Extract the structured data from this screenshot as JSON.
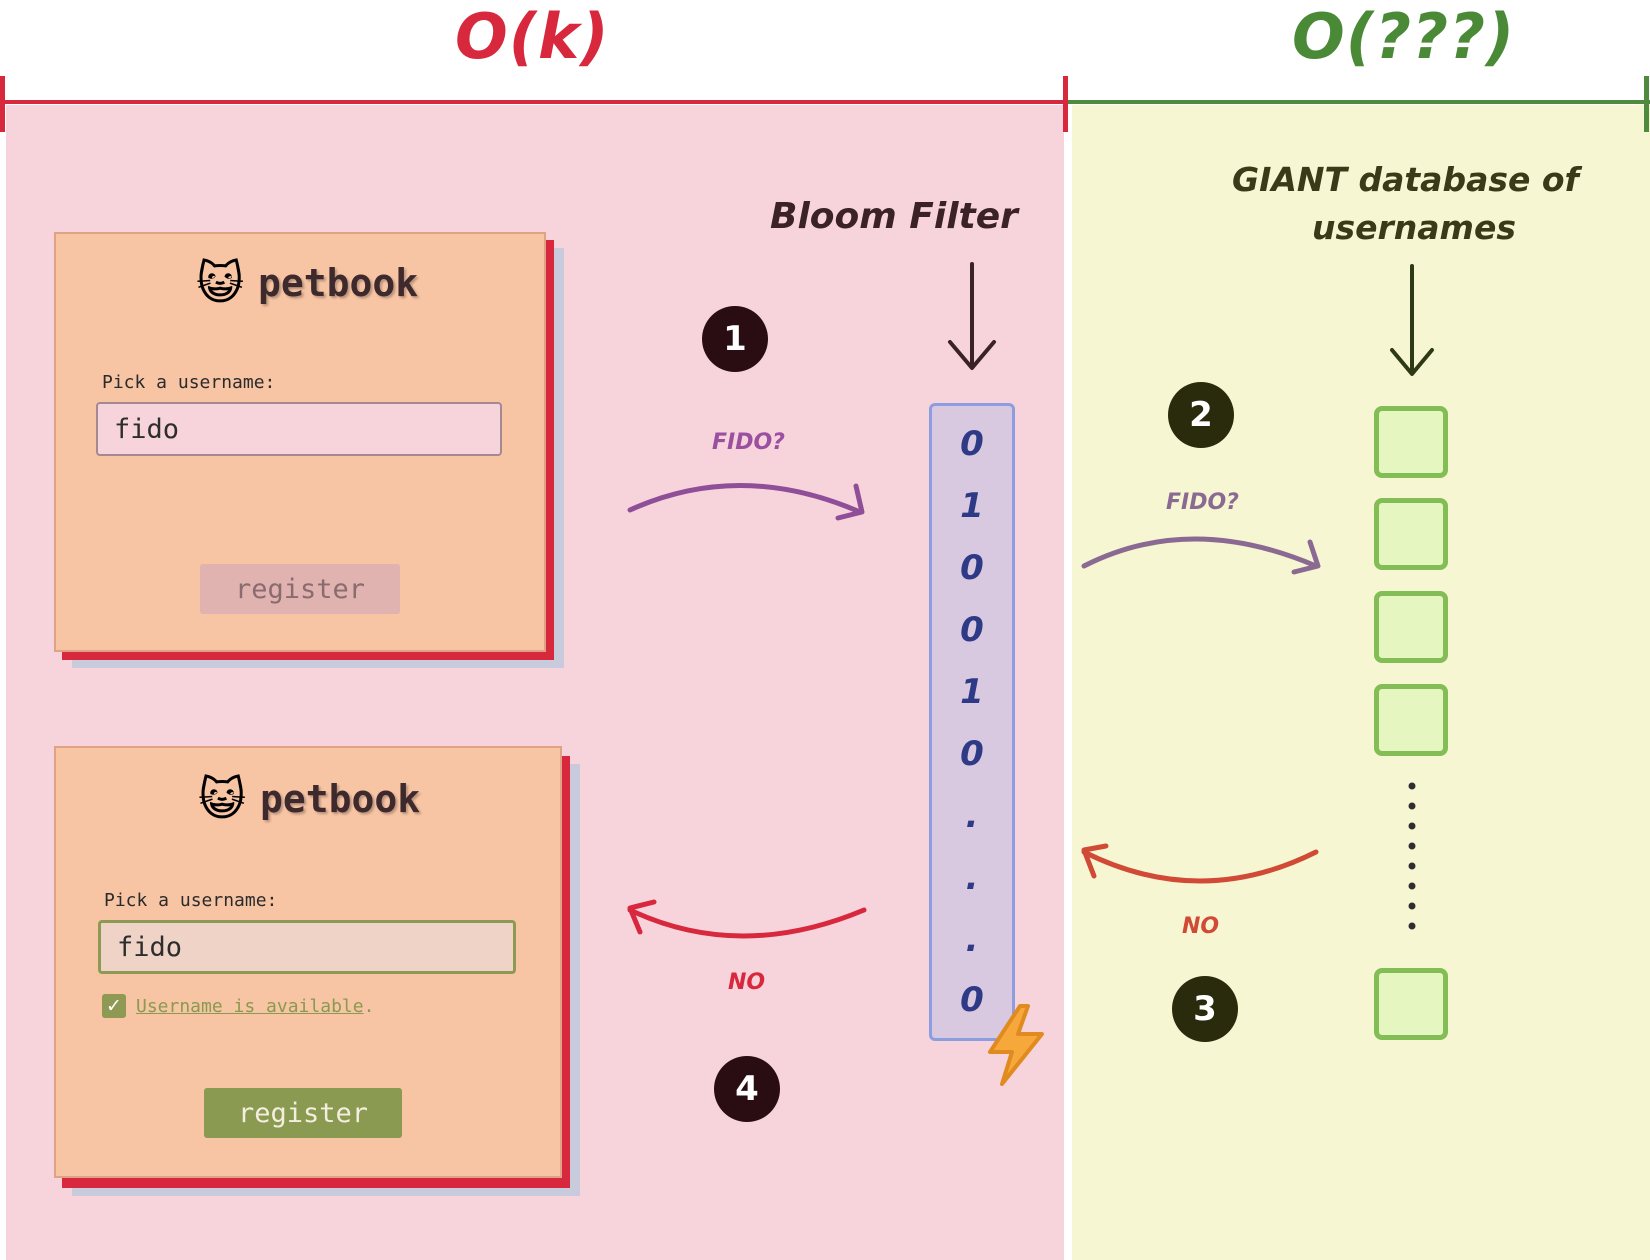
{
  "headers": {
    "left_title": "O(k)",
    "right_title": "O(???)"
  },
  "left": {
    "bloom_title": "Bloom Filter",
    "bits": [
      "0",
      "1",
      "0",
      "0",
      "1",
      "0",
      ".",
      ".",
      ".",
      "0"
    ],
    "query_label": "FIDO?",
    "reply_label": "NO",
    "step_1": "1",
    "step_4": "4",
    "lightning_icon": "lightning-icon"
  },
  "right": {
    "db_title_line1": "GIANT database of",
    "db_title_line2": "usernames",
    "query_label": "FIDO?",
    "reply_label": "NO",
    "step_2": "2",
    "step_3": "3"
  },
  "card_top": {
    "brand_emoji": "😺",
    "brand_name": "petbook",
    "field_label": "Pick a username:",
    "field_value": "fido",
    "button_label": "register"
  },
  "card_bottom": {
    "brand_emoji": "😺",
    "brand_name": "petbook",
    "field_label": "Pick a username:",
    "field_value": "fido",
    "status_text": "Username is available",
    "status_suffix": ".",
    "button_label": "register"
  },
  "colors": {
    "left_accent": "#d8283e",
    "right_accent": "#4f8a3e",
    "left_zone": "#f7d4db",
    "right_zone": "#f7f6d2",
    "query_arrow": "#8e4f98",
    "reply_arrow": "#d8283e",
    "available_green": "#8a9a50"
  }
}
